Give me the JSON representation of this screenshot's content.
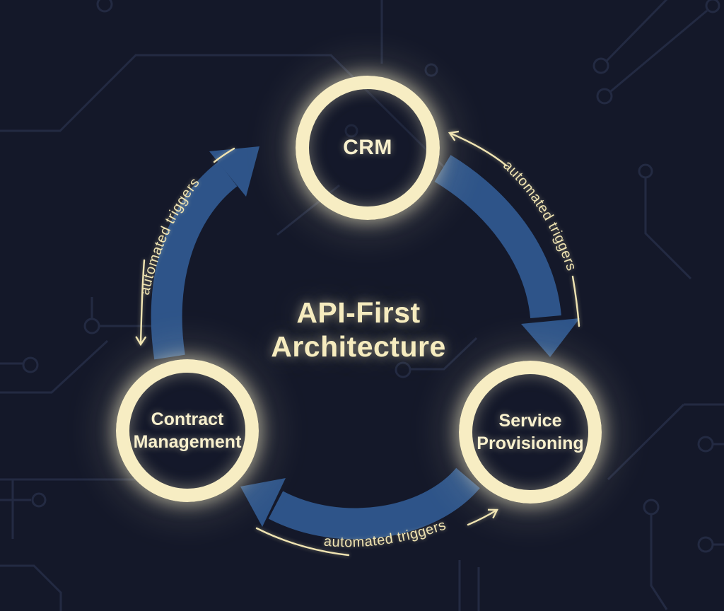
{
  "diagram": {
    "title": {
      "line1": "API-First",
      "line2": "Architecture"
    },
    "nodes": {
      "crm": {
        "label": "CRM"
      },
      "contract_management": {
        "line1": "Contract",
        "line2": "Management"
      },
      "service_provisioning": {
        "line1": "Service",
        "line2": "Provisioning"
      }
    },
    "edges": {
      "left_contract_to_crm": {
        "label": "automated triggers"
      },
      "right_service_to_crm": {
        "label": "automated triggers"
      },
      "bottom_contract_to_service": {
        "label": "automated triggers"
      }
    },
    "colors": {
      "background": "#141829",
      "arrow_blue": "#2e5489",
      "ring_cream": "#f7edc3",
      "label_cream": "#f0e4b2",
      "circuit_trace": "#232a42"
    }
  }
}
